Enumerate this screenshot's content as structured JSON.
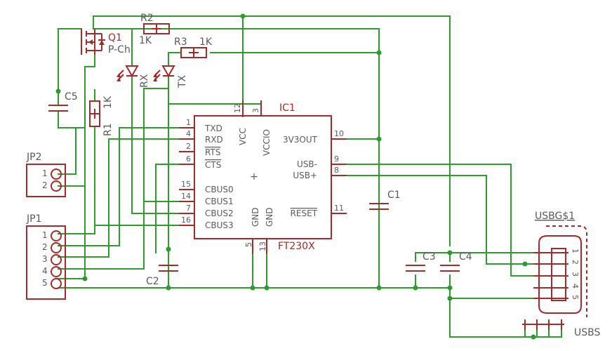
{
  "ic": {
    "name": "IC1",
    "value": "FT230X",
    "pins_left": [
      {
        "num": "1",
        "label": "TXD"
      },
      {
        "num": "4",
        "label": "RXD"
      },
      {
        "num": "2",
        "label": "RTS"
      },
      {
        "num": "6",
        "label": "CTS"
      },
      {
        "num": "15",
        "label": "CBUS0"
      },
      {
        "num": "14",
        "label": "CBUS1"
      },
      {
        "num": "7",
        "label": "CBUS2"
      },
      {
        "num": "16",
        "label": "CBUS3"
      }
    ],
    "pins_right": [
      {
        "num": "10",
        "label": "3V3OUT"
      },
      {
        "num": "9",
        "label": "USB-"
      },
      {
        "num": "8",
        "label": "USB+"
      },
      {
        "num": "11",
        "label": "RESET"
      }
    ],
    "pins_top": [
      {
        "num": "12",
        "label": "VCC"
      },
      {
        "num": "3",
        "label": "VCCIO"
      }
    ],
    "pins_bottom": [
      {
        "num": "5",
        "label": "GND"
      },
      {
        "num": "13",
        "label": "GND"
      }
    ]
  },
  "parts": {
    "q1_name": "Q1",
    "q1_value": "P-Ch",
    "r1_name": "R1",
    "r1_value": "1K",
    "r2_name": "R2",
    "r2_value": "1K",
    "r3_name": "R3",
    "r3_value": "1K",
    "led_rx": "RX",
    "led_tx": "TX",
    "c1": "C1",
    "c2": "C2",
    "c3": "C3",
    "c4": "C4",
    "c5": "C5",
    "jp1": "JP1",
    "jp2": "JP2",
    "jp1_pins": [
      "1",
      "2",
      "3",
      "4",
      "5"
    ],
    "jp2_pins": [
      "1",
      "2"
    ],
    "usb_name": "USBG$1",
    "usb_shield": "USBS",
    "usb_pins": [
      "1",
      "2",
      "3",
      "4",
      "5"
    ]
  },
  "colors": {
    "wire": "#2d9b2d",
    "part": "#a52a2a",
    "label": "#5a5a5a"
  }
}
